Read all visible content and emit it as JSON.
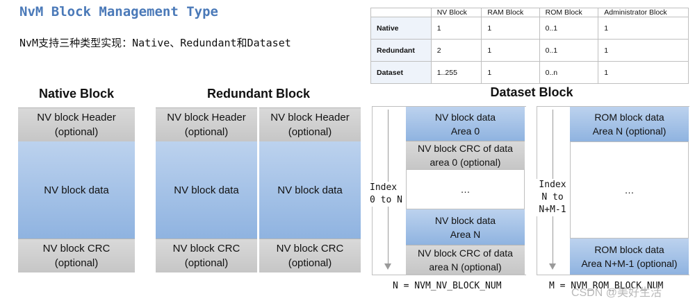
{
  "title": "NvM Block Management Type",
  "subtitle": "NvM支持三种类型实现：Native、Redundant和Dataset",
  "table": {
    "columns": [
      "",
      "NV Block",
      "RAM Block",
      "ROM Block",
      "Administrator Block"
    ],
    "rows": [
      {
        "name": "Native",
        "cells": [
          "1",
          "1",
          "0..1",
          "1"
        ]
      },
      {
        "name": "Redundant",
        "cells": [
          "2",
          "1",
          "0..1",
          "1"
        ]
      },
      {
        "name": "Dataset",
        "cells": [
          "1..255",
          "1",
          "0..n",
          "1"
        ]
      }
    ]
  },
  "native": {
    "heading": "Native Block",
    "header": [
      "NV block Header",
      "(optional)"
    ],
    "data": "NV block data",
    "crc": [
      "NV block CRC",
      "(optional)"
    ]
  },
  "redundant": {
    "heading": "Redundant Block",
    "header": [
      "NV block Header",
      "(optional)"
    ],
    "data": "NV block data",
    "crc": [
      "NV block CRC",
      "(optional)"
    ]
  },
  "dataset": {
    "heading": "Dataset Block",
    "nv_area0": [
      "NV block data",
      "Area 0"
    ],
    "nv_crc0": [
      "NV block CRC of data",
      "area 0 (optional)"
    ],
    "ellipsis": "…",
    "nv_arean": [
      "NV block data",
      "Area N"
    ],
    "nv_crcn": [
      "NV block CRC of data",
      "area N (optional)"
    ],
    "rom_top": [
      "ROM block data",
      "Area N (optional)"
    ],
    "rom_bottom": [
      "ROM block data",
      "Area N+M-1 (optional)"
    ],
    "index_left": [
      "Index",
      "0 to N"
    ],
    "index_right": [
      "Index",
      "N to",
      "N+M-1"
    ],
    "formula_n": "N = NVM_NV_BLOCK_NUM",
    "formula_m": "M = NVM_ROM_BLOCK_NUM"
  },
  "watermark": "CSDN @美好生活",
  "colors": {
    "title": "#4a79b8",
    "gray_block": "#d0d0d0",
    "blue_block": "#a9c4e8"
  }
}
